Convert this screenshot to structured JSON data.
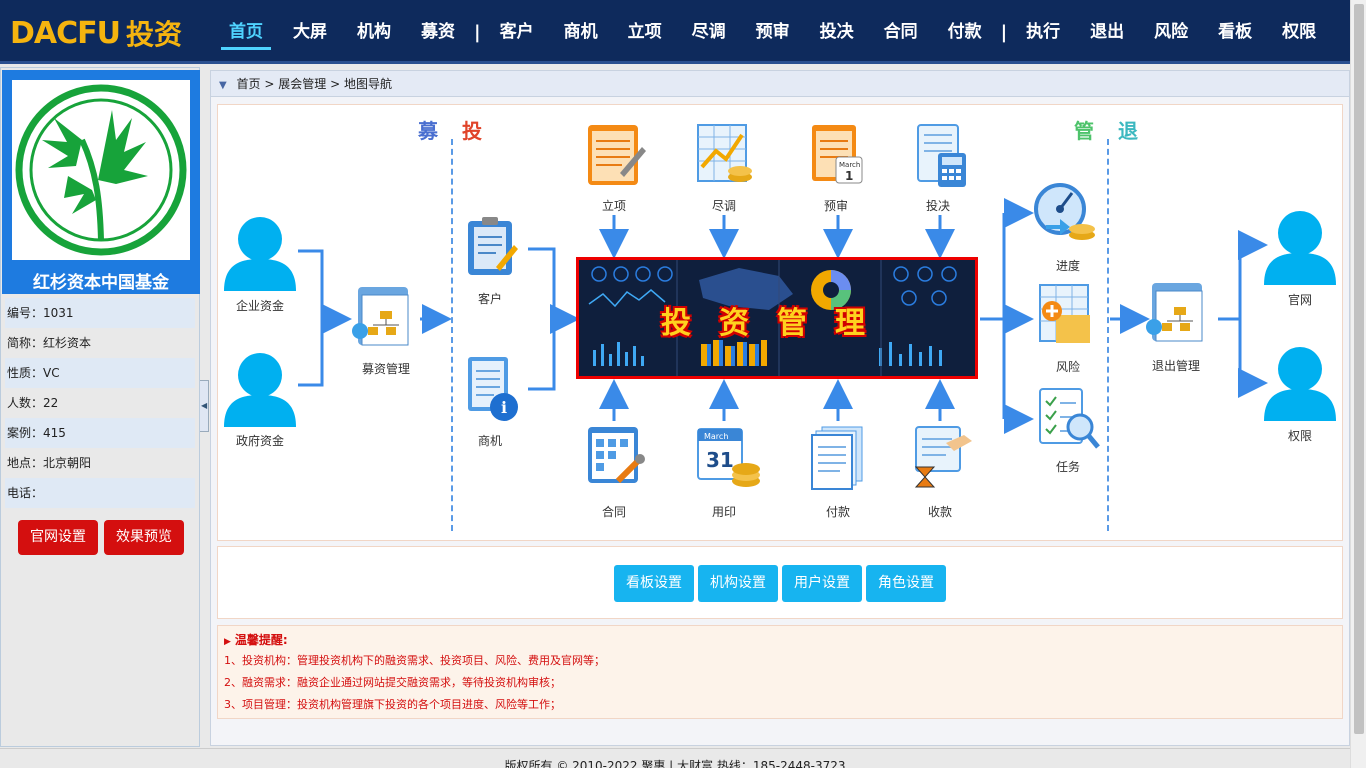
{
  "brand": {
    "logo": "DACFU",
    "suffix": "投资"
  },
  "nav": {
    "items": [
      "首页",
      "大屏",
      "机构",
      "募资",
      "客户",
      "商机",
      "立项",
      "尽调",
      "预审",
      "投决",
      "合同",
      "付款",
      "执行",
      "退出",
      "风险",
      "看板",
      "权限"
    ],
    "separator": "|",
    "active": "首页"
  },
  "org": {
    "name": "红杉资本中国基金",
    "fields": [
      {
        "label": "编号：",
        "value": "1031"
      },
      {
        "label": "简称：",
        "value": "红杉资本"
      },
      {
        "label": "性质：",
        "value": "VC"
      },
      {
        "label": "人数：",
        "value": "22"
      },
      {
        "label": "案例：",
        "value": "415"
      },
      {
        "label": "地点：",
        "value": "北京朝阳"
      },
      {
        "label": "电话：",
        "value": ""
      }
    ],
    "buttons": {
      "site": "官网设置",
      "preview": "效果预览"
    }
  },
  "breadcrumb": {
    "home": "首页",
    "sep": ">",
    "level1": "展会管理",
    "level2": "地图导航"
  },
  "map": {
    "phases": {
      "raise": "募",
      "invest": "投",
      "manage": "管",
      "exit": "退"
    },
    "sources": [
      "企业资金",
      "政府资金"
    ],
    "raise_node": "募资管理",
    "invest_inputs": [
      "客户",
      "商机"
    ],
    "top_steps": [
      "立项",
      "尽调",
      "预审",
      "投决"
    ],
    "bottom_steps": [
      "合同",
      "用印",
      "付款",
      "收款"
    ],
    "center": "投资管理",
    "manage_steps": [
      "进度",
      "风险",
      "任务"
    ],
    "exit_node": "退出管理",
    "exit_targets": [
      "官网",
      "权限"
    ]
  },
  "settings": {
    "dashboard": "看板设置",
    "org": "机构设置",
    "user": "用户设置",
    "role": "角色设置"
  },
  "tips": {
    "title": "温馨提醒:",
    "items": [
      "1、投资机构：管理投资机构下的融资需求、投资项目、风险、费用及官网等；",
      "2、融资需求：融资企业通过网站提交融资需求，等待投资机构审核；",
      "3、项目管理：投资机构管理旗下投资的各个项目进度、风险等工作；"
    ]
  },
  "footer": "版权所有 © 2010-2022 聚惠 | 大财富 热线：185-2448-3723",
  "colors": {
    "nav_bg": "#0e2a5c",
    "accent": "#4fd3ff",
    "logo": "#f5b40f",
    "profile_bg": "#1e7be0",
    "danger": "#d40f0f",
    "cyan": "#17b4f0"
  }
}
